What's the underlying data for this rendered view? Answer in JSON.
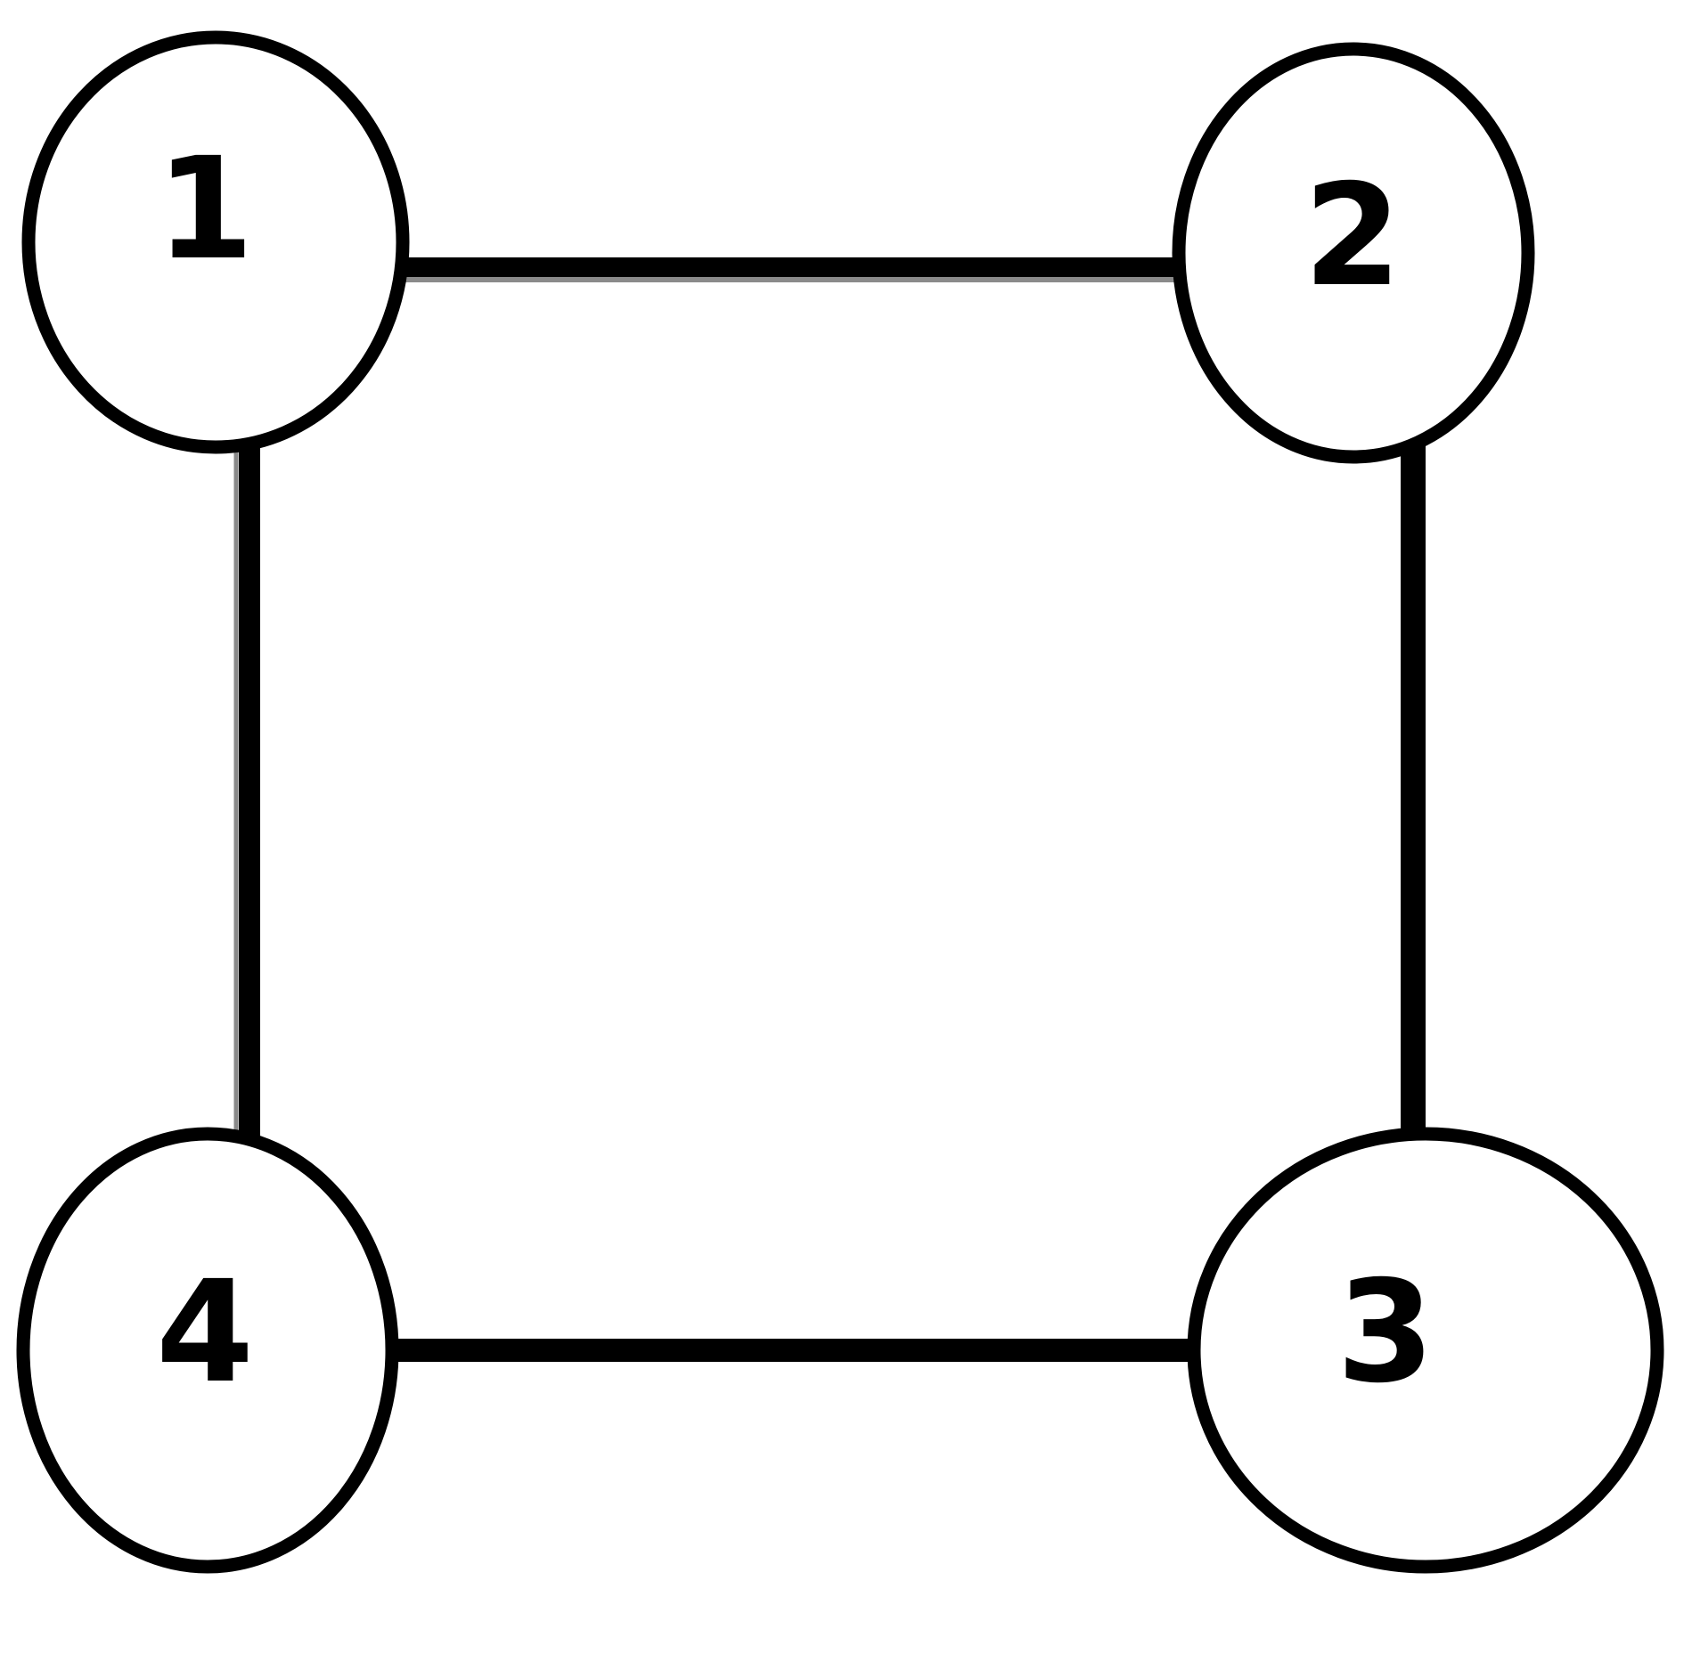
{
  "diagram": {
    "type": "undirected-graph",
    "nodes": [
      {
        "id": "1",
        "label": "1",
        "position": "top-left"
      },
      {
        "id": "2",
        "label": "2",
        "position": "top-right"
      },
      {
        "id": "3",
        "label": "3",
        "position": "bottom-right"
      },
      {
        "id": "4",
        "label": "4",
        "position": "bottom-left"
      }
    ],
    "edges": [
      {
        "from": "1",
        "to": "2"
      },
      {
        "from": "2",
        "to": "3"
      },
      {
        "from": "4",
        "to": "3"
      },
      {
        "from": "1",
        "to": "4"
      }
    ]
  },
  "colors": {
    "background": "#ffffff",
    "node_fill": "#ffffff",
    "stroke": "#000000",
    "shadow_gray": "#8a8a8a"
  }
}
